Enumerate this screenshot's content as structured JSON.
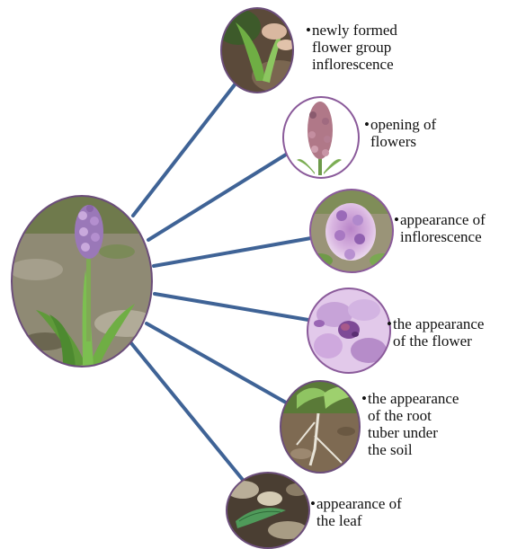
{
  "colors": {
    "connector": "#3f6396",
    "ellipse_border": "#8a5a9a",
    "background": "#ffffff"
  },
  "center": {
    "name": "orchid-plant-photo",
    "description_icon": "plant-photo"
  },
  "stages": [
    {
      "id": "stage-1",
      "photo_icon": "emerging-shoot-photo",
      "label_lines": [
        "newly formed",
        "flower group",
        "inflorescence"
      ]
    },
    {
      "id": "stage-2",
      "photo_icon": "flower-spike-photo",
      "label_lines": [
        "opening of",
        "flowers"
      ]
    },
    {
      "id": "stage-3",
      "photo_icon": "inflorescence-photo",
      "label_lines": [
        "appearance of",
        "inflorescence"
      ]
    },
    {
      "id": "stage-4",
      "photo_icon": "flower-closeup-photo",
      "label_lines": [
        "the appearance",
        "of the flower"
      ]
    },
    {
      "id": "stage-5",
      "photo_icon": "root-tuber-photo",
      "label_lines": [
        "the appearance",
        "of the root",
        "tuber under",
        "the soil"
      ]
    },
    {
      "id": "stage-6",
      "photo_icon": "leaf-photo",
      "label_lines": [
        "appearance of",
        "the leaf"
      ]
    }
  ]
}
